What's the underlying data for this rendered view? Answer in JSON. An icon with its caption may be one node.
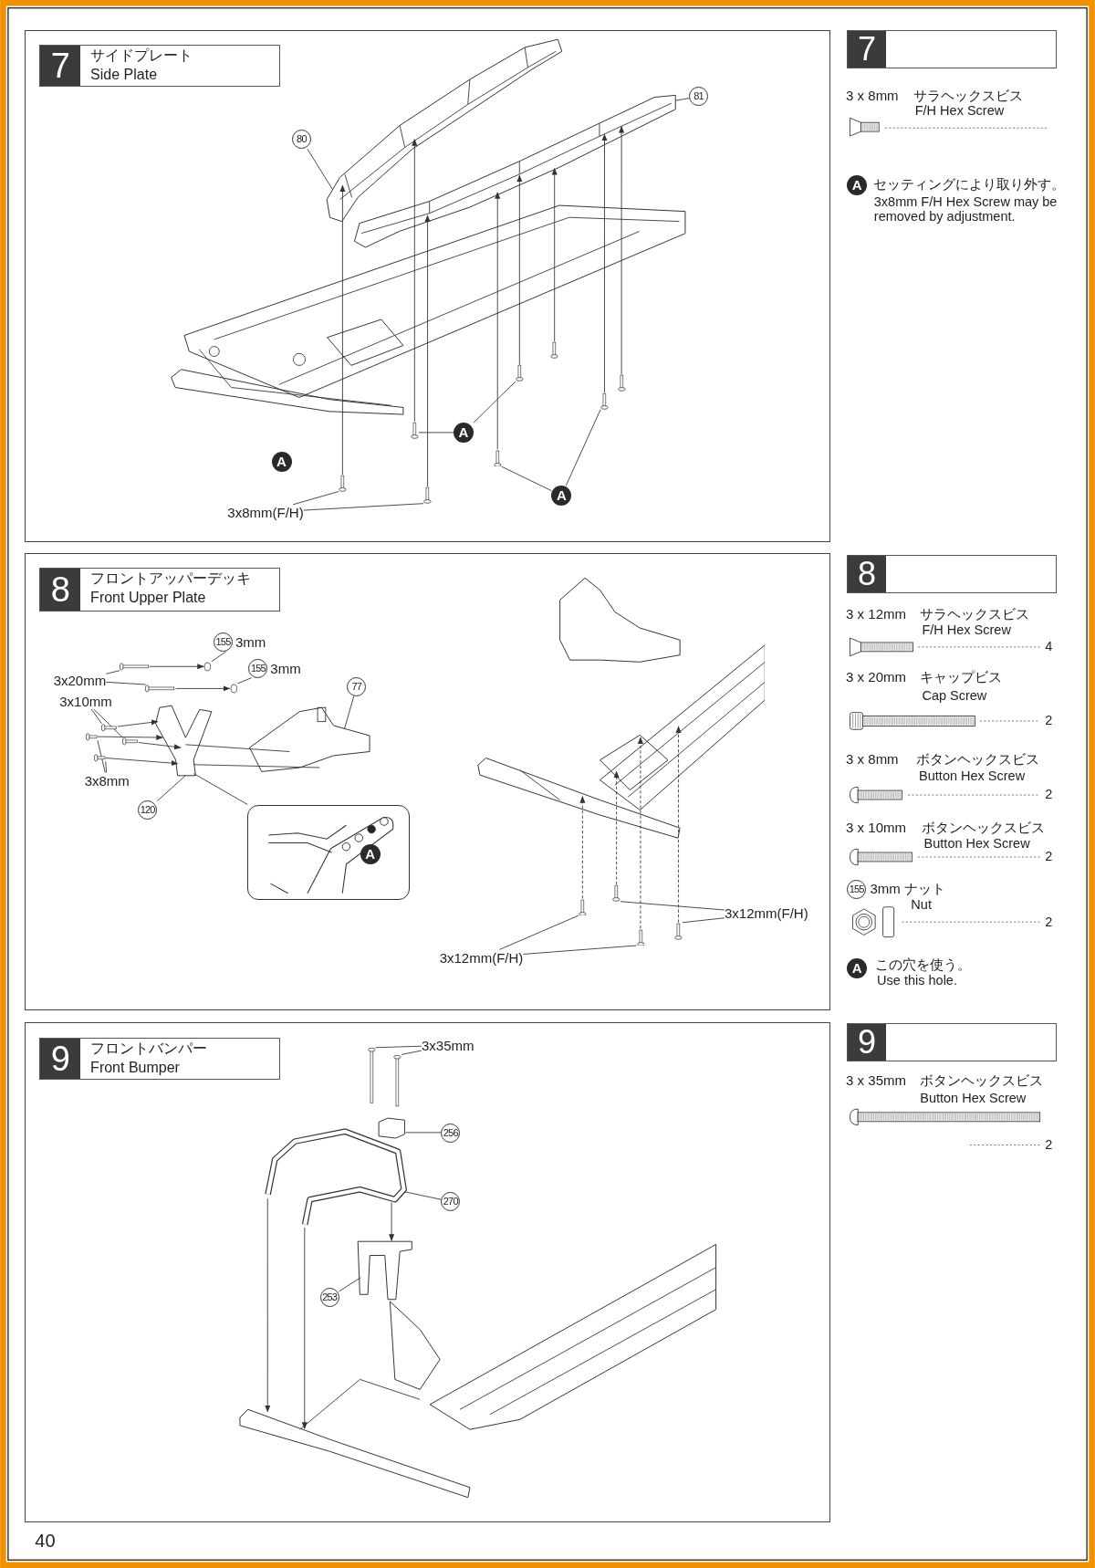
{
  "diagram": {
    "nodes": [
      {
        "text": [],
        "shape": "box"
      },
      {
        "text": [
          "7",
          "サイドプレート",
          "Side Plate"
        ],
        "in": 0
      },
      {
        "text": [],
        "shape": "picture",
        "in": 0
      },
      {
        "text": [],
        "shape": "picture",
        "in": 0
      },
      {
        "text": [],
        "shape": "picture",
        "in": 0
      },
      {
        "text": [
          "80"
        ],
        "in": 0
      },
      {
        "text": [
          "81"
        ],
        "in": 0
      },
      {
        "text": [
          "A"
        ],
        "in": 0
      },
      {
        "text": [
          "A"
        ],
        "in": 0
      },
      {
        "text": [
          "A"
        ],
        "in": 0
      },
      {
        "text": [
          "3x8mm(F/H)"
        ],
        "in": 0
      },
      {
        "text": [],
        "shape": "box"
      },
      {
        "text": [
          "8",
          "フロントアッパーデッキ",
          "Front Upper Plate"
        ],
        "in": 11
      },
      {
        "text": [],
        "shape": "picture",
        "in": 11
      },
      {
        "text": [],
        "shape": "picture",
        "in": 11
      },
      {
        "text": [],
        "shape": "box",
        "in": 11
      },
      {
        "text": [
          "A"
        ],
        "in": 15
      },
      {
        "text": [
          "155",
          "3mm"
        ],
        "in": 11
      },
      {
        "text": [
          "155",
          "3mm"
        ],
        "in": 11
      },
      {
        "text": [
          "77"
        ],
        "in": 11
      },
      {
        "text": [
          "3x20mm"
        ],
        "in": 11
      },
      {
        "text": [
          "3x10mm"
        ],
        "in": 11
      },
      {
        "text": [
          "3x8mm"
        ],
        "in": 11
      },
      {
        "text": [
          "120"
        ],
        "in": 11
      },
      {
        "text": [
          "3x12mm(F/H)"
        ],
        "in": 11
      },
      {
        "text": [
          "3x12mm(F/H)"
        ],
        "in": 11
      },
      {
        "text": [],
        "shape": "box"
      },
      {
        "text": [
          "9",
          "フロントバンパー",
          "Front Bumper"
        ],
        "in": 26
      },
      {
        "text": [],
        "shape": "picture",
        "in": 26
      },
      {
        "text": [],
        "shape": "picture",
        "in": 26
      },
      {
        "text": [
          "3x35mm"
        ],
        "in": 26
      },
      {
        "text": [
          "256"
        ],
        "in": 26
      },
      {
        "text": [
          "270"
        ],
        "in": 26
      },
      {
        "text": [
          "253"
        ],
        "in": 29
      },
      {
        "text": [
          "7"
        ]
      },
      {
        "text": [
          "A"
        ]
      },
      {
        "text": [
          "8"
        ]
      },
      {
        "text": [
          "A"
        ]
      },
      {
        "text": [
          "9"
        ]
      },
      {
        "text": [
          "155"
        ]
      },
      {
        "text": [],
        "shape": "picture",
        "in": 0
      },
      {
        "text": [],
        "shape": "picture",
        "in": 0
      },
      {
        "text": [],
        "shape": "picture",
        "in": 0
      },
      {
        "text": [],
        "shape": "picture",
        "in": 0
      },
      {
        "text": [],
        "shape": "picture",
        "in": 4
      },
      {
        "text": [],
        "shape": "picture",
        "in": 4
      },
      {
        "text": [],
        "shape": "picture",
        "in": 4
      },
      {
        "text": [],
        "shape": "picture",
        "in": 4
      },
      {
        "text": [],
        "shape": "circle",
        "in": 11
      },
      {
        "text": [],
        "shape": "circle",
        "in": 11
      },
      {
        "text": [],
        "shape": "picture",
        "in": 11
      },
      {
        "text": [],
        "shape": "picture",
        "in": 11
      },
      {
        "text": [],
        "shape": "picture",
        "in": 11
      },
      {
        "text": [],
        "shape": "picture",
        "in": 11
      },
      {
        "text": [],
        "shape": "picture",
        "in": 11
      },
      {
        "text": [],
        "shape": "picture",
        "in": 11
      },
      {
        "text": [],
        "shape": "picture",
        "in": 11
      },
      {
        "text": [],
        "shape": "picture",
        "in": 11
      },
      {
        "text": [],
        "shape": "picture",
        "in": 11
      },
      {
        "text": [],
        "shape": "picture",
        "in": 11
      },
      {
        "text": [],
        "shape": "picture",
        "in": 26
      },
      {
        "text": [],
        "shape": "picture",
        "in": 26
      },
      {
        "text": [],
        "shape": "box",
        "in": 26
      },
      {
        "text": [],
        "shape": "picture",
        "in": 29
      }
    ],
    "edges": [
      {
        "from": 5,
        "to": 2,
        "arrow": "none"
      },
      {
        "from": 6,
        "to": 3,
        "arrow": "none"
      },
      {
        "from": 7,
        "to": 42,
        "arrow": "none"
      },
      {
        "from": 7,
        "to": 44,
        "arrow": "none"
      },
      {
        "from": 9,
        "to": 43,
        "arrow": "none"
      },
      {
        "from": 9,
        "to": 46,
        "arrow": "none"
      },
      {
        "from": 10,
        "to": 40,
        "arrow": "none"
      },
      {
        "from": 10,
        "to": 41,
        "arrow": "none"
      },
      {
        "from": 17,
        "to": 48,
        "arrow": "none"
      },
      {
        "from": 18,
        "to": 49,
        "arrow": "none"
      },
      {
        "from": 19,
        "to": 13,
        "arrow": "none"
      },
      {
        "from": 20,
        "to": 50,
        "arrow": "none"
      },
      {
        "from": 20,
        "to": 51,
        "arrow": "none"
      },
      {
        "from": 21,
        "to": 52,
        "arrow": "none"
      },
      {
        "from": 21,
        "to": 53,
        "arrow": "none"
      },
      {
        "from": 22,
        "to": 54,
        "arrow": "none"
      },
      {
        "from": 22,
        "to": 55,
        "arrow": "none"
      },
      {
        "from": 23,
        "to": 13,
        "arrow": "none"
      },
      {
        "from": 13,
        "to": 15,
        "arrow": "none"
      },
      {
        "from": 24,
        "to": 59,
        "arrow": "none"
      },
      {
        "from": 24,
        "to": 57,
        "arrow": "none"
      },
      {
        "from": 25,
        "to": 56,
        "arrow": "none"
      },
      {
        "from": 25,
        "to": 58,
        "arrow": "none"
      },
      {
        "from": 30,
        "to": 60,
        "arrow": "none"
      },
      {
        "from": 30,
        "to": 61,
        "arrow": "none"
      },
      {
        "from": 31,
        "to": 62,
        "arrow": "none"
      },
      {
        "from": 32,
        "to": 28,
        "arrow": "none"
      },
      {
        "from": 33,
        "to": 63,
        "arrow": "none"
      },
      {
        "from": 40,
        "to": 2,
        "arrow": "to"
      },
      {
        "from": 41,
        "to": 3,
        "arrow": "to"
      },
      {
        "from": 42,
        "to": 2,
        "arrow": "to"
      },
      {
        "from": 43,
        "to": 3,
        "arrow": "to"
      },
      {
        "from": 44,
        "to": 3,
        "arrow": "to"
      },
      {
        "from": 45,
        "to": 3,
        "arrow": "to"
      },
      {
        "from": 46,
        "to": 3,
        "arrow": "to"
      },
      {
        "from": 47,
        "to": 3,
        "arrow": "to"
      },
      {
        "from": 50,
        "to": 48,
        "arrow": "to"
      },
      {
        "from": 51,
        "to": 49,
        "arrow": "to"
      },
      {
        "from": 52,
        "to": 13,
        "arrow": "to"
      },
      {
        "from": 53,
        "to": 13,
        "arrow": "to"
      },
      {
        "from": 54,
        "to": 13,
        "arrow": "to"
      },
      {
        "from": 55,
        "to": 13,
        "arrow": "to"
      },
      {
        "from": 56,
        "to": 14,
        "arrow": "to",
        "style": "dashed"
      },
      {
        "from": 57,
        "to": 14,
        "arrow": "to",
        "style": "dashed"
      },
      {
        "from": 58,
        "to": 14,
        "arrow": "to",
        "style": "dashed"
      },
      {
        "from": 59,
        "to": 14,
        "arrow": "to",
        "style": "dashed"
      },
      {
        "from": 28,
        "to": 29,
        "arrow": "to"
      },
      {
        "from": 28,
        "to": 29,
        "arrow": "to"
      },
      {
        "from": 28,
        "to": 63,
        "arrow": "to"
      }
    ],
    "labels": [
      "3 x 8mm",
      "サラヘックスビス",
      "F/H Hex Screw",
      "セッティングにより取り外す。",
      "3x8mm F/H Hex Screw may be removed by adjustment.",
      "3 x 12mm",
      "サラヘックスビス",
      "F/H Hex Screw",
      "4",
      "3 x 20mm",
      "キャップビス",
      "Cap Screw",
      "2",
      "3 x 8mm",
      "ボタンヘックスビス",
      "Button Hex Screw",
      "2",
      "3 x 10mm",
      "ボタンヘックスビス",
      "Button Hex Screw",
      "2",
      "3mm ナット",
      "Nut",
      "2",
      "この穴を使う。",
      "Use this hole.",
      "3 x 35mm",
      "ボタンヘックスビス",
      "Button Hex Screw",
      "2",
      "40"
    ]
  }
}
